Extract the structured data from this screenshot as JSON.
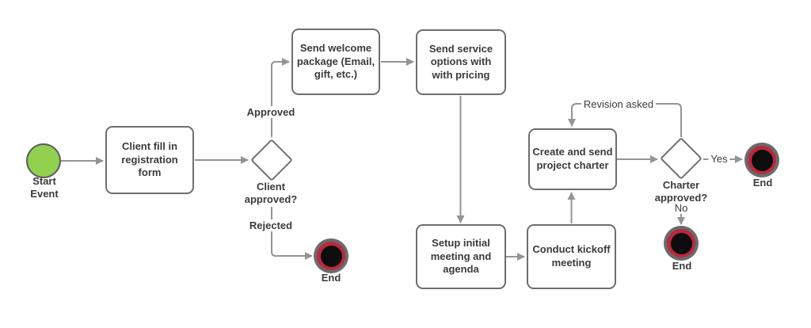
{
  "colors": {
    "start_event_fill": "#92d050",
    "end_event_outer_ring": "#6b6b6b",
    "end_event_red_ring": "#b8293d",
    "end_event_core": "#0d0d0d",
    "shape_border": "#6e6e6e",
    "connector": "#949494",
    "text": "#3b3b3b"
  },
  "nodes": {
    "start": {
      "type": "start-event",
      "label": "Start Event"
    },
    "client_fill_form": {
      "type": "task",
      "label": "Client fill in registration form"
    },
    "client_approved_gateway": {
      "type": "gateway",
      "label": "Client approved?"
    },
    "send_welcome_package": {
      "type": "task",
      "label": "Send welcome package (Email, gift, etc.)"
    },
    "send_service_options": {
      "type": "task",
      "label": "Send service options with  with pricing"
    },
    "setup_initial_meeting": {
      "type": "task",
      "label": "Setup initial meeting and agenda"
    },
    "conduct_kickoff_meeting": {
      "type": "task",
      "label": "Conduct kickoff meeting"
    },
    "create_send_charter": {
      "type": "task",
      "label": "Create and send project charter"
    },
    "charter_approved_gateway": {
      "type": "gateway",
      "label": "Charter approved?"
    },
    "end_rejected": {
      "type": "end-event",
      "label": "End"
    },
    "end_no": {
      "type": "end-event",
      "label": "End"
    },
    "end_yes": {
      "type": "end-event",
      "label": "End"
    }
  },
  "edge_labels": {
    "approved": "Approved",
    "rejected": "Rejected",
    "yes": "Yes",
    "no": "No",
    "revision_asked": "Revision asked"
  }
}
